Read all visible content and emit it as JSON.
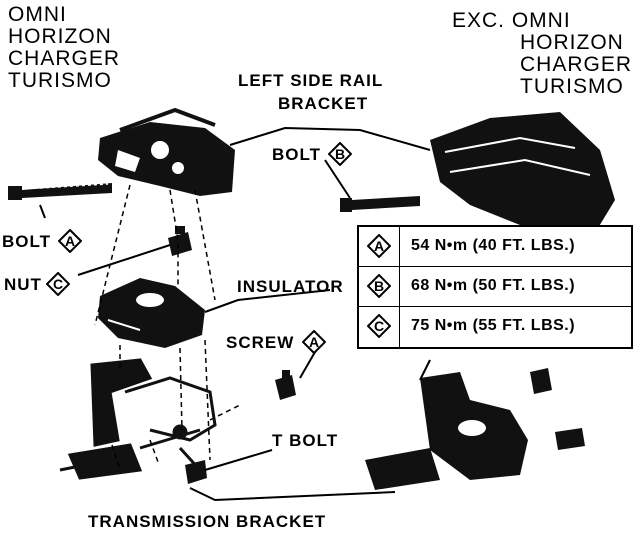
{
  "labels": {
    "left_group": [
      "OMNI",
      "HORIZON",
      "CHARGER",
      "TURISMO"
    ],
    "right_group": [
      "EXC. OMNI",
      "HORIZON",
      "CHARGER",
      "TURISMO"
    ],
    "left_side_rail_bracket": [
      "LEFT SIDE RAIL",
      "BRACKET"
    ],
    "bolt_b": "BOLT",
    "bolt_a": "BOLT",
    "nut_c": "NUT",
    "insulator": "INSULATOR",
    "screw_a": "SCREW",
    "t_bolt": "T BOLT",
    "transmission_bracket": "TRANSMISSION BRACKET"
  },
  "callouts": {
    "a": "A",
    "b": "B",
    "c": "C"
  },
  "torque_table": [
    {
      "key": "A",
      "value": "54 N•m (40 FT. LBS.)"
    },
    {
      "key": "B",
      "value": "68 N•m (50 FT. LBS.)"
    },
    {
      "key": "C",
      "value": "75 N•m (55 FT. LBS.)"
    }
  ]
}
